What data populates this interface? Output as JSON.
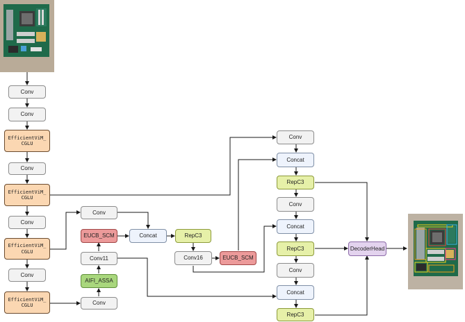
{
  "nodes": {
    "b_conv1": "Conv",
    "b_conv2": "Conv",
    "b_eff1": "EfficientViM_\nCGLU",
    "b_conv3": "Conv",
    "b_eff2": "EfficientViM_\nCGLU",
    "b_conv4": "Conv",
    "b_eff3": "EfficientViM_\nCGLU",
    "b_conv5": "Conv",
    "b_eff4": "EfficientViM_\nCGLU",
    "m_conv_a": "Conv",
    "m_eucb": "EUCB_SCM",
    "m_concat": "Concat",
    "m_repc3": "RepC3",
    "m_conv11": "Conv11",
    "m_conv16": "Conv16",
    "m_eucb2": "EUCB_SCM",
    "m_aifi": "AIFI_ASSA",
    "m_conv_b": "Conv",
    "r_conv1": "Conv",
    "r_concat1": "Concat",
    "r_repc3_1": "RepC3",
    "r_conv2": "Conv",
    "r_concat2": "Concat",
    "r_repc3_2": "RepC3",
    "r_conv3": "Conv",
    "r_concat3": "Concat",
    "r_repc3_3": "RepC3",
    "decoder": "DecoderHead"
  },
  "colors": {
    "backbone_block": "#fbd7b2",
    "conv": "#f2f2f2",
    "concat": "#eef3fc",
    "eucb": "#ec9a9a",
    "repc3": "#e6f0a8",
    "aifi": "#a9d77d",
    "decoder": "#e3d3ee",
    "edge": "#1a1a1a"
  },
  "images": {
    "input": "circuit-board-photo",
    "output": "circuit-board-photo-with-detections"
  }
}
